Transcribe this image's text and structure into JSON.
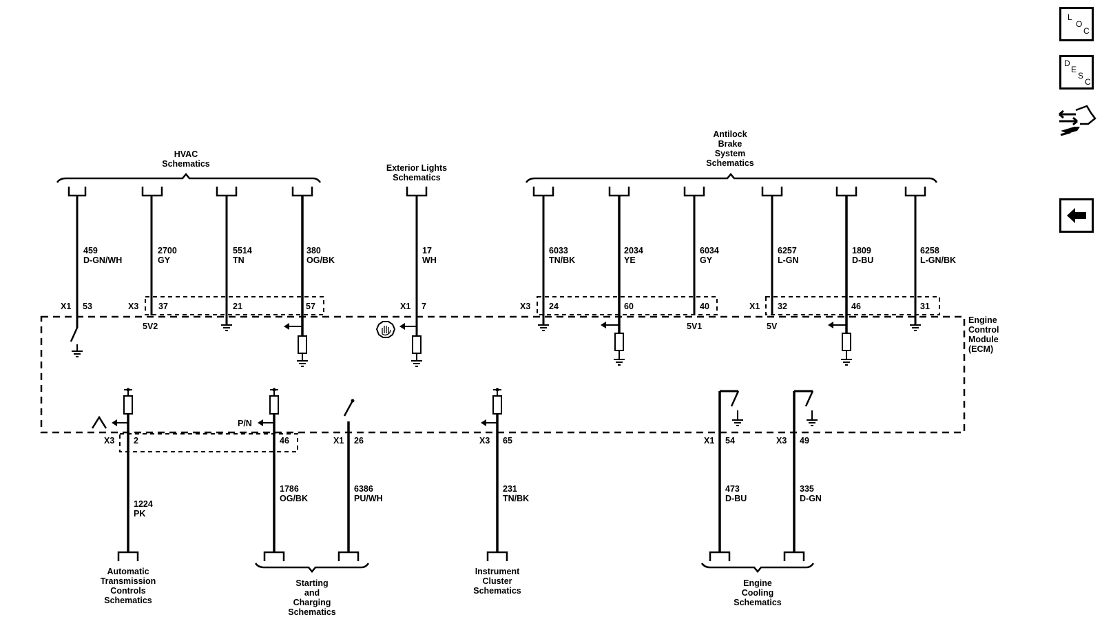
{
  "modules": {
    "ecm": [
      "Engine",
      "Control",
      "Module",
      "(ECM)"
    ]
  },
  "destinations": {
    "hvac": [
      "HVAC",
      "Schematics"
    ],
    "exterior_lights": [
      "Exterior Lights",
      "Schematics"
    ],
    "abs": [
      "Antilock",
      "Brake",
      "System",
      "Schematics"
    ],
    "automatic_transmission": [
      "Automatic",
      "Transmission",
      "Controls",
      "Schematics"
    ],
    "starting_charging": [
      "Starting",
      "and",
      "Charging",
      "Schematics"
    ],
    "instrument_cluster": [
      "Instrument",
      "Cluster",
      "Schematics"
    ],
    "engine_cooling": [
      "Engine",
      "Cooling",
      "Schematics"
    ]
  },
  "top_circuits": [
    {
      "circuit": "459",
      "color": "D-GN/WH",
      "connector": "X1",
      "pin": "53",
      "internal": ""
    },
    {
      "circuit": "2700",
      "color": "GY",
      "connector": "X3",
      "pin": "37",
      "internal": "5V2"
    },
    {
      "circuit": "5514",
      "color": "TN",
      "connector": "",
      "pin": "21",
      "internal": ""
    },
    {
      "circuit": "380",
      "color": "OG/BK",
      "connector": "",
      "pin": "57",
      "internal": ""
    },
    {
      "circuit": "17",
      "color": "WH",
      "connector": "X1",
      "pin": "7",
      "internal": ""
    },
    {
      "circuit": "6033",
      "color": "TN/BK",
      "connector": "X3",
      "pin": "24",
      "internal": ""
    },
    {
      "circuit": "2034",
      "color": "YE",
      "connector": "",
      "pin": "60",
      "internal": ""
    },
    {
      "circuit": "6034",
      "color": "GY",
      "connector": "",
      "pin": "40",
      "internal": "5V1"
    },
    {
      "circuit": "6257",
      "color": "L-GN",
      "connector": "X1",
      "pin": "32",
      "internal": "5V"
    },
    {
      "circuit": "1809",
      "color": "D-BU",
      "connector": "",
      "pin": "46",
      "internal": ""
    },
    {
      "circuit": "6258",
      "color": "L-GN/BK",
      "connector": "",
      "pin": "31",
      "internal": ""
    }
  ],
  "bottom_circuits": [
    {
      "circuit": "1224",
      "color": "PK",
      "connector": "X3",
      "pin": "2"
    },
    {
      "circuit": "1786",
      "color": "OG/BK",
      "connector": "",
      "pin": "46",
      "internal": "P/N"
    },
    {
      "circuit": "6386",
      "color": "PU/WH",
      "connector": "X1",
      "pin": "26"
    },
    {
      "circuit": "231",
      "color": "TN/BK",
      "connector": "X3",
      "pin": "65"
    },
    {
      "circuit": "473",
      "color": "D-BU",
      "connector": "X1",
      "pin": "54"
    },
    {
      "circuit": "335",
      "color": "D-GN",
      "connector": "X3",
      "pin": "49"
    }
  ],
  "sidebar": {
    "loc": {
      "l1": "L",
      "l2": "O",
      "l3": "C"
    },
    "desc": {
      "l1": "D",
      "l2": "E",
      "l3": "S",
      "l4": "C"
    }
  }
}
